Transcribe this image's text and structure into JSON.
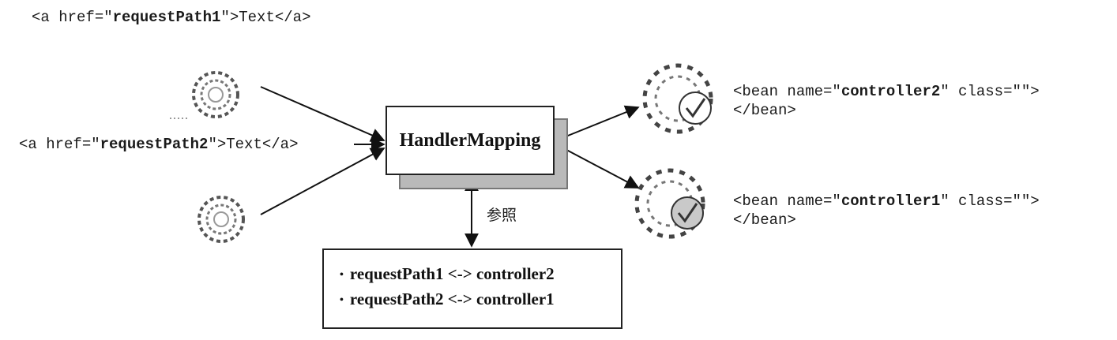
{
  "request1": {
    "pre": "<a href=\"",
    "bold": "requestPath1",
    "post": "\">Text</a>"
  },
  "request2": {
    "pre": "<a href=\"",
    "bold": "requestPath2",
    "post": "\">Text</a>"
  },
  "handler_mapping": {
    "label": "HandlerMapping"
  },
  "reference_label": "参照",
  "mappings": [
    {
      "bullet": "•",
      "text": "requestPath1 <-> controller2"
    },
    {
      "bullet": "•",
      "text": "requestPath2 <-> controller1"
    }
  ],
  "bean2": {
    "pre": "<bean name=\"",
    "bold": "controller2",
    "post": "\" class=\"\">",
    "close": "</bean>"
  },
  "bean1": {
    "pre": "<bean name=\"",
    "bold": "controller1",
    "post": "\" class=\"\">",
    "close": "</bean>"
  }
}
